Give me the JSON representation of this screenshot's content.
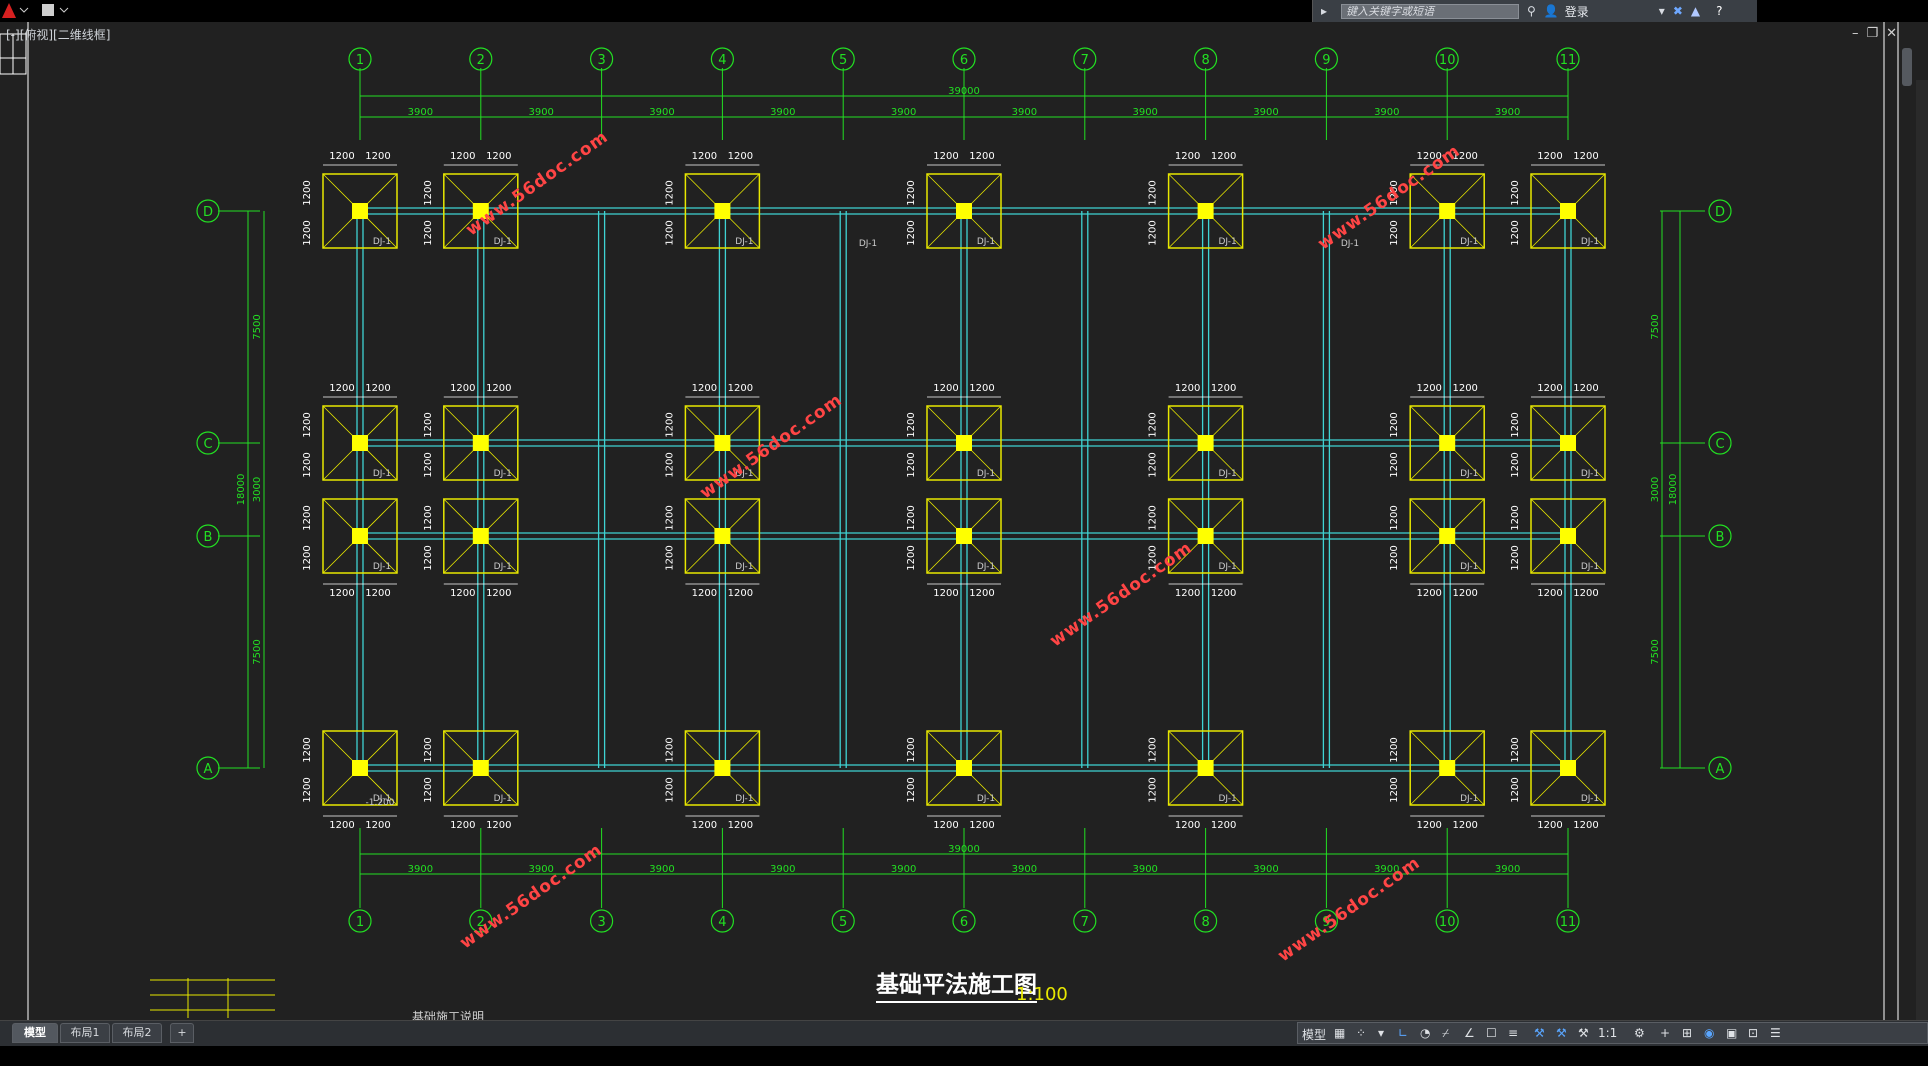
{
  "app": {
    "view_label": "[-][俯视][二维线框]"
  },
  "search": {
    "placeholder": "键入关键字或短语"
  },
  "login": {
    "label": "登录"
  },
  "tabs": [
    {
      "label": "模型",
      "active": true
    },
    {
      "label": "布局1"
    },
    {
      "label": "布局2"
    },
    {
      "label": "+"
    }
  ],
  "status": {
    "model": "模型",
    "scale": "1:1"
  },
  "drawing": {
    "title": "基础平法施工图",
    "scale": "1:100",
    "notes": "基础施工说明",
    "columns": [
      "1",
      "2",
      "3",
      "4",
      "5",
      "6",
      "7",
      "8",
      "9",
      "10",
      "11"
    ],
    "column_spacing": "3900",
    "total_width": "39000",
    "rows": [
      "D",
      "C",
      "B",
      "A"
    ],
    "row_spacings": [
      "7500",
      "3000",
      "7500"
    ],
    "total_depth": "18000",
    "footing_half": "1200",
    "footing_tag": "DJ-1",
    "footing_elev": "-1.200",
    "watermark": "www.56doc.com"
  },
  "colors": {
    "grid": "#22e022",
    "beam": "#3fd3d3",
    "footing": "#e8e800",
    "column": "#ffff00",
    "dim": "#ffffff",
    "watermark": "#ff4545",
    "bg": "#212121"
  }
}
